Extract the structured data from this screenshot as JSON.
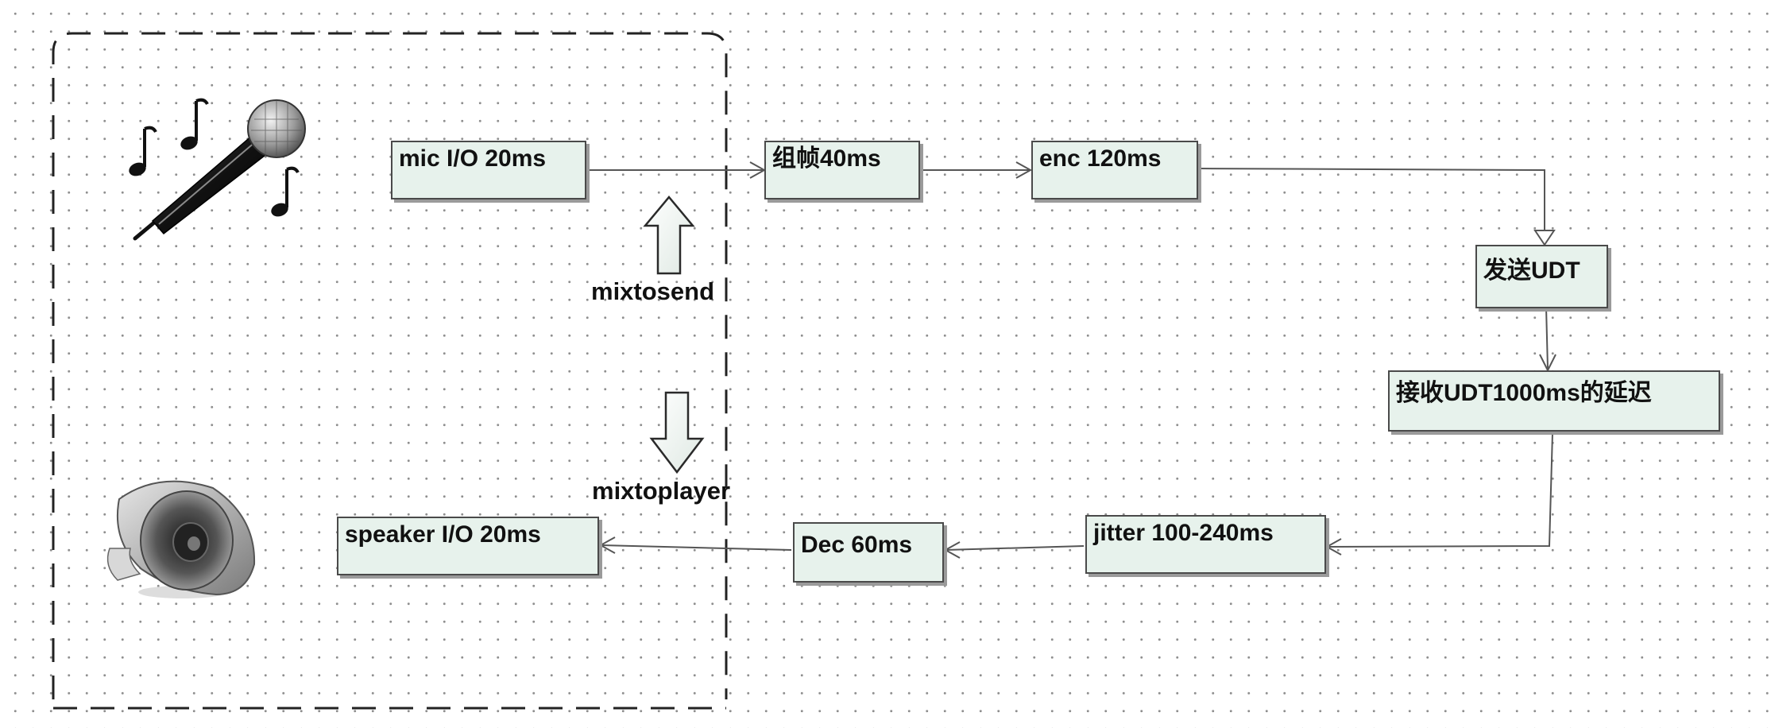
{
  "nodes": {
    "mic_io": "mic I/O 20ms",
    "framing": "组帧40ms",
    "enc": "enc 120ms",
    "send_udt": "发送UDT",
    "recv_udt": "接收UDT1000ms的延迟",
    "jitter": "jitter 100-240ms",
    "dec": "Dec 60ms",
    "speaker_io": "speaker I/O 20ms"
  },
  "labels": {
    "mixtosend": "mixtosend",
    "mixtoplayer": "mixtoplayer"
  },
  "icons": [
    "microphone-icon",
    "music-note-icon",
    "speaker-icon",
    "up-arrow-icon",
    "down-arrow-icon"
  ],
  "colors": {
    "node_fill": "#e7f2ec",
    "node_border": "#4a4a4a",
    "connector": "#555555",
    "boundary": "#222222"
  }
}
